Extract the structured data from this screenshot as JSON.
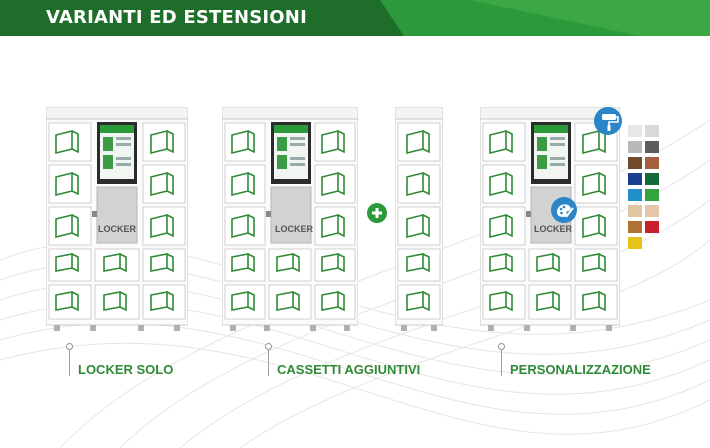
{
  "header": {
    "title": "VARIANTI ED ESTENSIONI",
    "colors": {
      "dark_green": "#1e6e2a",
      "green": "#2c9a3b",
      "light_green": "#4bb34f"
    }
  },
  "locker_brand_text": "LOCKER",
  "variants": [
    {
      "label": "LOCKER SOLO"
    },
    {
      "label": "CASSETTI AGGIUNTIVI"
    },
    {
      "label": "PERSONALIZZAZIONE"
    }
  ],
  "icons": {
    "plus": "plus-icon",
    "paint_roller": "paint-roller-icon",
    "palette": "palette-icon"
  },
  "color_swatches": [
    [
      "#e7e7e7",
      "#d9d9d9"
    ],
    [
      "#b9b9b9",
      "#5d5d5d"
    ],
    [
      "#6f4a2d",
      "#a4613d"
    ],
    [
      "#1a3f8f",
      "#126b38"
    ],
    [
      "#1e8fc8",
      "#33a33c"
    ],
    [
      "#e0c5a3",
      "#e5c6a8"
    ],
    [
      "#b07333",
      "#c7202c"
    ],
    [
      "#e7c218"
    ]
  ]
}
